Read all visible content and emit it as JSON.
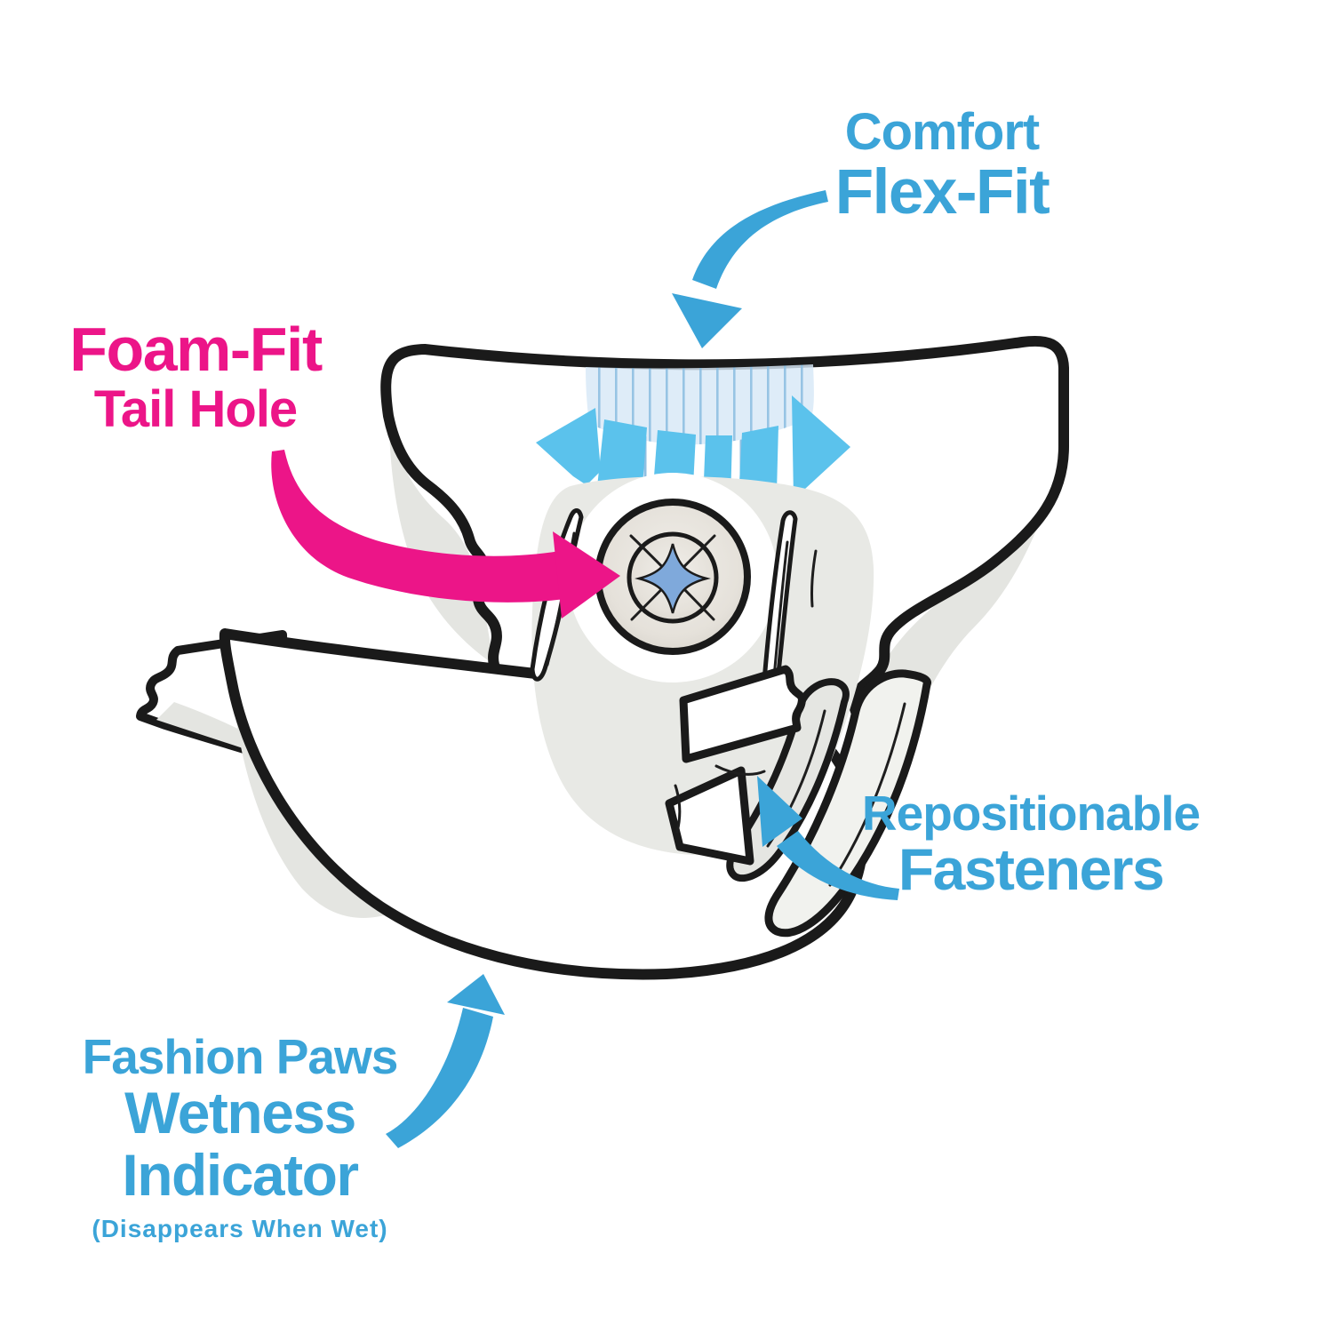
{
  "callouts": {
    "comfort": {
      "line1": "Comfort",
      "line2": "Flex-Fit"
    },
    "tail_hole": {
      "line1": "Foam-Fit",
      "line2": "Tail Hole"
    },
    "fasteners": {
      "line1": "Repositionable",
      "line2": "Fasteners"
    },
    "wetness": {
      "line1": "Fashion Paws",
      "line2": "Wetness",
      "line3": "Indicator",
      "note": "(Disappears When Wet)"
    }
  },
  "icons": {
    "comfort_arrow": "curved-arrow-pointing-down-to-waistband",
    "tail_hole_arrow": "curved-arrow-pointing-right-to-tail-hole",
    "fasteners_arrow": "curved-arrow-pointing-up-to-fastener",
    "wetness_arrow": "curved-arrow-pointing-up-to-diaper-bottom"
  },
  "colors": {
    "blue": "#3BA4D8",
    "pink": "#EC1588",
    "arrow_blue": "#5BC2EC",
    "paw": "#A6DAF4",
    "band": "#D7E8F6",
    "band_stripe": "#8FBFE2",
    "shade": "#E4E5E1",
    "hole_blue": "#7FA9DB",
    "ink": "#1A1A1A"
  }
}
